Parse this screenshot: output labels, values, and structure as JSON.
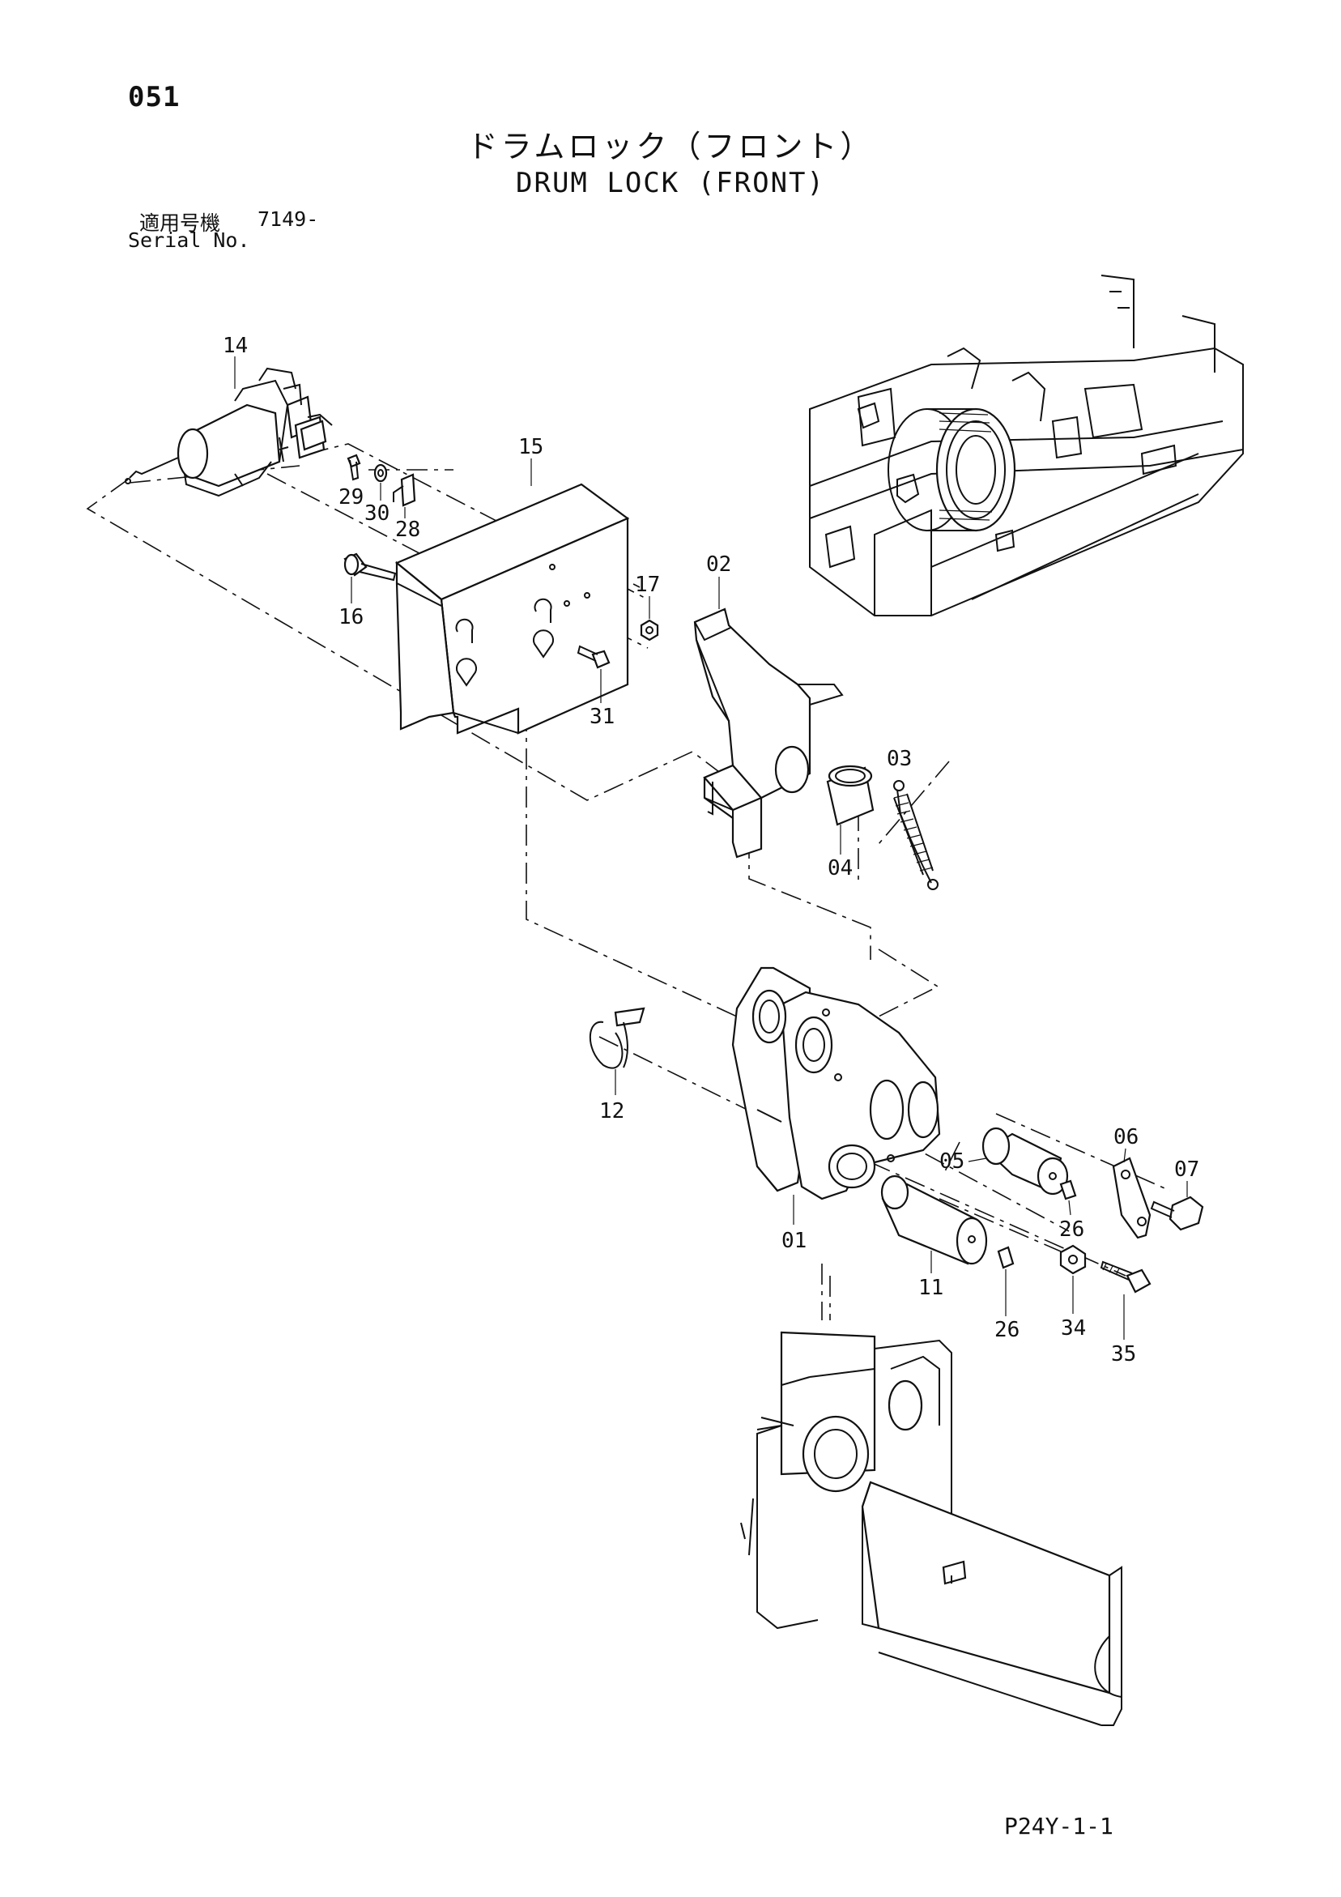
{
  "header": {
    "page_number": "051",
    "title_jp": "ドラムロック（フロント）",
    "title_en": "DRUM LOCK (FRONT)",
    "serial_label_jp": "適用号機",
    "serial_value": "7149-",
    "serial_label_en": "Serial No."
  },
  "callouts": [
    {
      "id": "14",
      "label": "14"
    },
    {
      "id": "15",
      "label": "15"
    },
    {
      "id": "29",
      "label": "29"
    },
    {
      "id": "30",
      "label": "30"
    },
    {
      "id": "28",
      "label": "28"
    },
    {
      "id": "16",
      "label": "16"
    },
    {
      "id": "17",
      "label": "17"
    },
    {
      "id": "31",
      "label": "31"
    },
    {
      "id": "02",
      "label": "02"
    },
    {
      "id": "03",
      "label": "03"
    },
    {
      "id": "04",
      "label": "04"
    },
    {
      "id": "12",
      "label": "12"
    },
    {
      "id": "01",
      "label": "01"
    },
    {
      "id": "05",
      "label": "05"
    },
    {
      "id": "06",
      "label": "06"
    },
    {
      "id": "07",
      "label": "07"
    },
    {
      "id": "26a",
      "label": "26"
    },
    {
      "id": "11",
      "label": "11"
    },
    {
      "id": "26b",
      "label": "26"
    },
    {
      "id": "34",
      "label": "34"
    },
    {
      "id": "35",
      "label": "35"
    }
  ],
  "footer": {
    "code": "P24Y-1-1"
  }
}
